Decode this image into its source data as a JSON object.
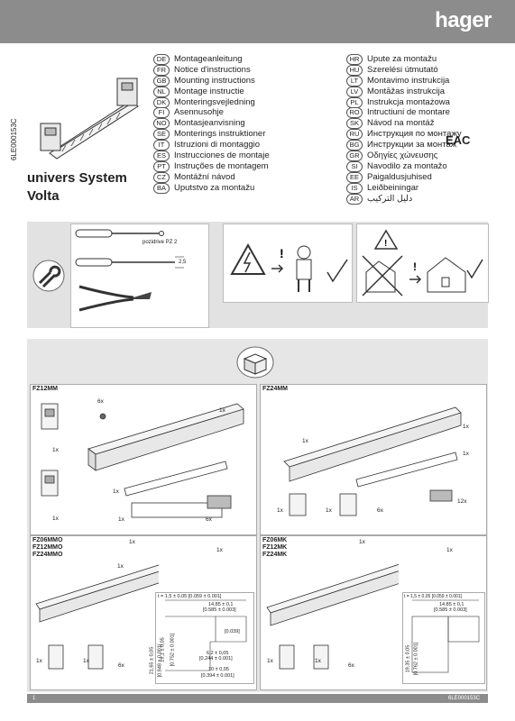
{
  "brand": "hager",
  "doc_code": "6LE000153C",
  "page_number": "1",
  "title_lines": [
    "univers System",
    "Volta"
  ],
  "languages_left": [
    {
      "code": "DE",
      "text": "Montageanleitung"
    },
    {
      "code": "FR",
      "text": "Notice d'instructions"
    },
    {
      "code": "GB",
      "text": "Mounting instructions"
    },
    {
      "code": "NL",
      "text": "Montage instructie"
    },
    {
      "code": "DK",
      "text": "Monteringsvejledning"
    },
    {
      "code": "FI",
      "text": "Asennusohje"
    },
    {
      "code": "NO",
      "text": "Montasjeanvisning"
    },
    {
      "code": "SE",
      "text": "Monterings instruktioner"
    },
    {
      "code": "IT",
      "text": "Istruzioni di montaggio"
    },
    {
      "code": "ES",
      "text": "Instrucciones de montaje"
    },
    {
      "code": "PT",
      "text": "Instruções de montagem"
    },
    {
      "code": "CZ",
      "text": "Montážní návod"
    },
    {
      "code": "BA",
      "text": "Uputstvo za montažu"
    }
  ],
  "languages_right": [
    {
      "code": "HR",
      "text": "Upute za montažu"
    },
    {
      "code": "HU",
      "text": "Szerelési útmutató"
    },
    {
      "code": "LT",
      "text": "Montavimo instrukcija"
    },
    {
      "code": "LV",
      "text": "Montāžas instrukcija"
    },
    {
      "code": "PL",
      "text": "Instrukcja montażowa"
    },
    {
      "code": "RO",
      "text": "Intructiuni de montare"
    },
    {
      "code": "SK",
      "text": "Návod na montáž"
    },
    {
      "code": "RU",
      "text": "Инструкция по монтажу"
    },
    {
      "code": "BG",
      "text": "Инструкции за монтаж"
    },
    {
      "code": "GR",
      "text": "Οδηγίες χώνευσης"
    },
    {
      "code": "SI",
      "text": "Navodilo za montažo"
    },
    {
      "code": "EE",
      "text": "Paigaldusjuhised"
    },
    {
      "code": "IS",
      "text": "Leiðbeiningar"
    },
    {
      "code": "AR",
      "text": "دليل التركيب"
    }
  ],
  "certification_mark": "EAC",
  "tools": {
    "screwdriver_label": "pozidrive PZ 2",
    "size_label": "2,5"
  },
  "panels": {
    "fz12mm": {
      "label": "FZ12MM",
      "counts": [
        "6x",
        "1x",
        "1x",
        "1x",
        "1x",
        "1x",
        "6x"
      ]
    },
    "fz24mm": {
      "label": "FZ24MM",
      "counts": [
        "1x",
        "1x",
        "1x",
        "1x",
        "1x",
        "6x",
        "12x"
      ]
    },
    "mmo": {
      "labels": [
        "FZ06MMO",
        "FZ12MMO",
        "FZ24MMO"
      ],
      "counts": [
        "1x",
        "1x",
        "1x",
        "1x",
        "1x",
        "6x"
      ],
      "dims": [
        "t = 1,5 ± 0,05 [0.059 ± 0.001]",
        "14,85 ± 0,1",
        "[0.585 ± 0.003]",
        "[0.039]",
        "6,2 ± 0,05",
        "[0.244 ± 0.001]",
        "10 ± 0,05",
        "[0.394 ± 0.001]",
        "21,65 ± 0,05",
        "[0.848 ± 0.001]",
        "19,1 ± 0,05",
        "[0.752 ± 0.001]"
      ]
    },
    "mk": {
      "labels": [
        "FZ06MK",
        "FZ12MK",
        "FZ24MK"
      ],
      "counts": [
        "1x",
        "1x",
        "1x",
        "1x",
        "6x"
      ],
      "dims": [
        "t = 1,5 ± 0,05 [0.059 ± 0.001]",
        "14,85 ± 0,1",
        "[0.585 ± 0.003]",
        "19,35 ± 0,05",
        "[0.762 ± 0.001]"
      ]
    }
  }
}
